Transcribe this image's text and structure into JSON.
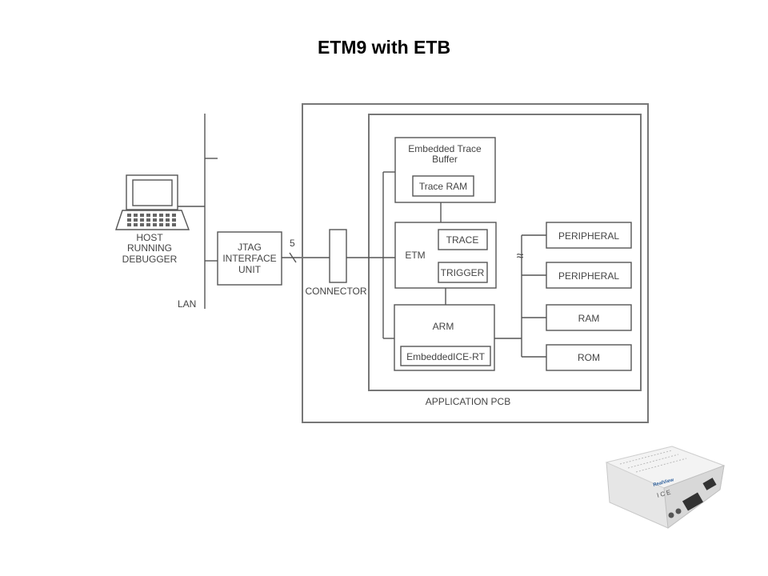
{
  "title": "ETM9 with ETB",
  "diagram": {
    "host": {
      "label_lines": [
        "HOST",
        "RUNNING",
        "DEBUGGER"
      ],
      "icon": "laptop-icon"
    },
    "lan_label": "LAN",
    "jtag_unit": {
      "label_lines": [
        "JTAG",
        "INTERFACE",
        "UNIT"
      ]
    },
    "bus_width_label": "5",
    "connector_label": "CONNECTOR",
    "application_pcb_label": "APPLICATION PCB",
    "etb": {
      "label_lines": [
        "Embedded Trace",
        "Buffer"
      ],
      "inner": "Trace RAM"
    },
    "etm": {
      "label": "ETM",
      "trace": "TRACE",
      "trigger": "TRIGGER"
    },
    "arm": {
      "label": "ARM",
      "inner": "EmbeddedICE-RT"
    },
    "bus_break_symbol": "≈",
    "bus_devices": [
      "PERIPHERAL",
      "PERIPHERAL",
      "RAM",
      "ROM"
    ]
  },
  "product_photo": {
    "brand": "RealView",
    "model": "ICE"
  }
}
